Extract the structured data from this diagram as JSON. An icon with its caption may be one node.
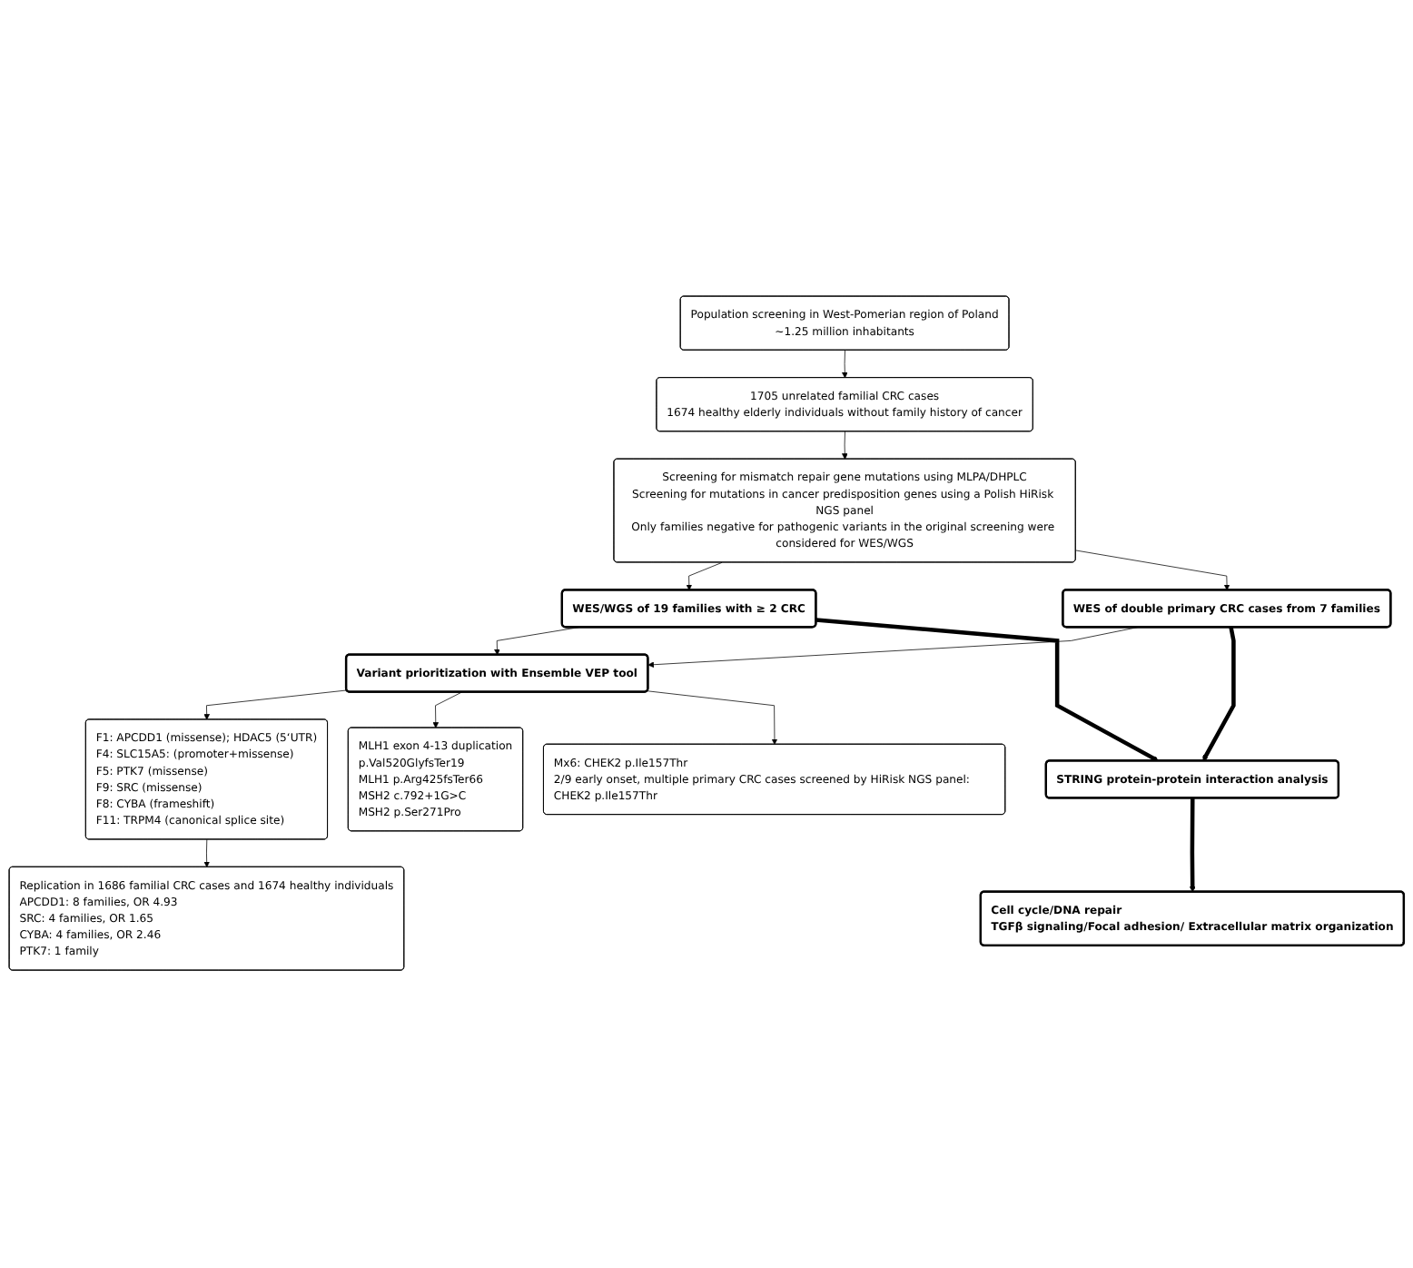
{
  "diagram": {
    "nodes": [
      {
        "text": [
          "Population screening in West-Pomerian region of Poland",
          "~1.25 million inhabitants"
        ]
      },
      {
        "text": [
          "1705 unrelated familial CRC cases",
          "1674 healthy elderly individuals without family history of cancer"
        ]
      },
      {
        "text": [
          "Screening for mismatch repair gene mutations using MLPA/DHPLC",
          "Screening for mutations in cancer predisposition genes using a Polish HiRisk NGS panel",
          "Only families negative for pathogenic variants in the original screening were considered for WES/WGS"
        ]
      },
      {
        "text": [
          "WES/WGS of 19 families with ≥ 2 CRC"
        ]
      },
      {
        "text": [
          "WES of double primary CRC cases from 7 families"
        ]
      },
      {
        "text": [
          "Variant prioritization with Ensemble VEP tool"
        ]
      },
      {
        "text": [
          "F1: APCDD1 (missense); HDAC5 (5‘UTR)",
          "F4: SLC15A5: (promoter+missense)",
          "F5: PTK7 (missense)",
          "F9: SRC (missense)",
          "F8: CYBA (frameshift)",
          "F11: TRPM4 (canonical splice site)"
        ]
      },
      {
        "text": [
          "MLH1 exon 4-13 duplication",
          "p.Val520GlyfsTer19",
          "MLH1 p.Arg425fsTer66",
          "MSH2 c.792+1G>C",
          "MSH2 p.Ser271Pro"
        ]
      },
      {
        "text": [
          "Mx6: CHEK2 p.Ile157Thr",
          "2/9 early onset, multiple primary CRC cases screened by HiRisk NGS panel: CHEK2 p.Ile157Thr"
        ]
      },
      {
        "text": [
          "Replication in 1686 familial CRC cases and 1674 healthy individuals",
          "APCDD1: 8 families, OR 4.93",
          "SRC: 4 families, OR 1.65",
          "CYBA: 4 families, OR 2.46",
          "PTK7: 1 family"
        ]
      },
      {
        "text": [
          "STRING protein-protein interaction analysis"
        ]
      },
      {
        "text": [
          "Cell cycle/DNA repair",
          "TGFβ signaling/Focal adhesion/ Extracellular matrix organization"
        ]
      }
    ],
    "edges": [
      {
        "from": 0,
        "to": 1,
        "arrow": "to"
      },
      {
        "from": 1,
        "to": 2,
        "arrow": "to"
      },
      {
        "from": 2,
        "to": 3,
        "arrow": "to"
      },
      {
        "from": 2,
        "to": 4,
        "arrow": "to"
      },
      {
        "from": 3,
        "to": 5,
        "arrow": "to"
      },
      {
        "from": 4,
        "to": 5,
        "arrow": "to"
      },
      {
        "from": 5,
        "to": 6,
        "arrow": "to"
      },
      {
        "from": 5,
        "to": 7,
        "arrow": "to"
      },
      {
        "from": 5,
        "to": 8,
        "arrow": "to"
      },
      {
        "from": 6,
        "to": 9,
        "arrow": "to"
      },
      {
        "from": 3,
        "to": 10,
        "arrow": "to",
        "style": "thick"
      },
      {
        "from": 4,
        "to": 10,
        "arrow": "to",
        "style": "thick"
      },
      {
        "from": 10,
        "to": 11,
        "arrow": "to",
        "style": "thick"
      }
    ]
  }
}
